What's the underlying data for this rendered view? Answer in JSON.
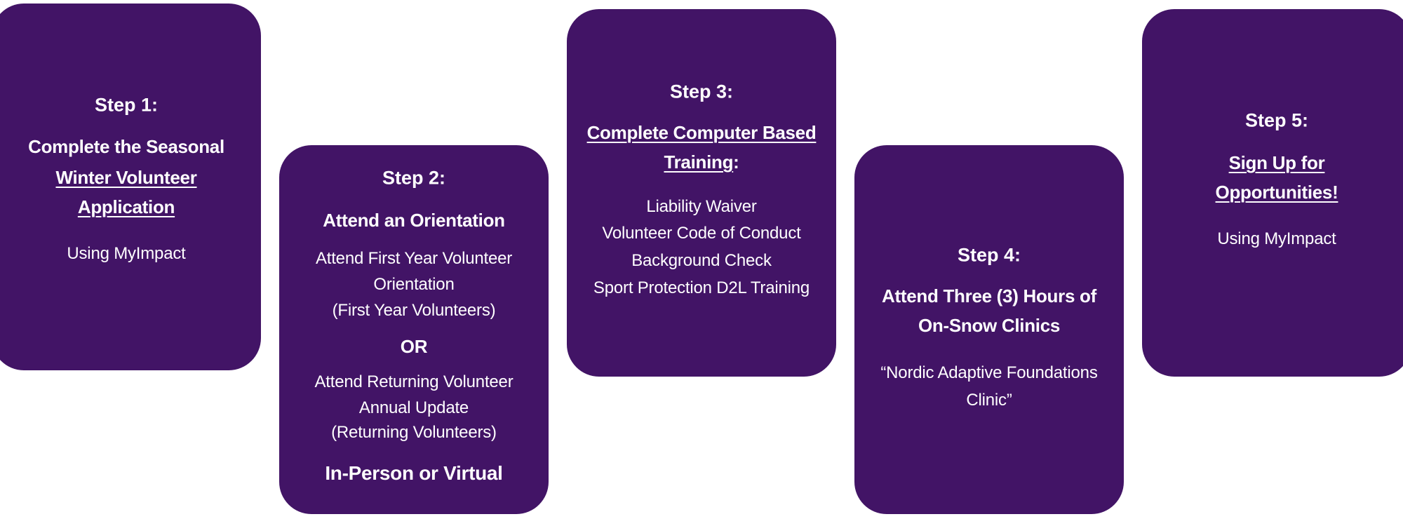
{
  "theme": {
    "card_color": "#421466",
    "text_color": "#ffffff",
    "background": "#ffffff"
  },
  "steps": [
    {
      "label": "Step 1:",
      "title_lines": [
        "Complete the Seasonal"
      ],
      "link_lines": [
        "Winter Volunteer",
        "Application"
      ],
      "details": [
        "Using MyImpact"
      ]
    },
    {
      "label": "Step 2:",
      "title_lines": [
        "Attend an Orientation"
      ],
      "option_a": [
        "Attend First Year Volunteer",
        "Orientation",
        "(First Year Volunteers)"
      ],
      "separator": "OR",
      "option_b": [
        "Attend Returning Volunteer",
        "Annual Update",
        "(Returning Volunteers)"
      ],
      "format": "In-Person or Virtual"
    },
    {
      "label": "Step 3:",
      "link_lines": [
        "Complete Computer Based",
        "Training"
      ],
      "link_suffix": ":",
      "details": [
        "Liability Waiver",
        "Volunteer Code of Conduct",
        "Background Check",
        "Sport Protection D2L Training"
      ]
    },
    {
      "label": "Step 4:",
      "title_lines": [
        "Attend Three (3) Hours of",
        "On-Snow Clinics"
      ],
      "details": [
        "“Nordic Adaptive Foundations",
        "Clinic”"
      ]
    },
    {
      "label": "Step 5:",
      "link_lines": [
        "Sign Up for",
        "Opportunities!"
      ],
      "details": [
        "Using MyImpact"
      ]
    }
  ]
}
